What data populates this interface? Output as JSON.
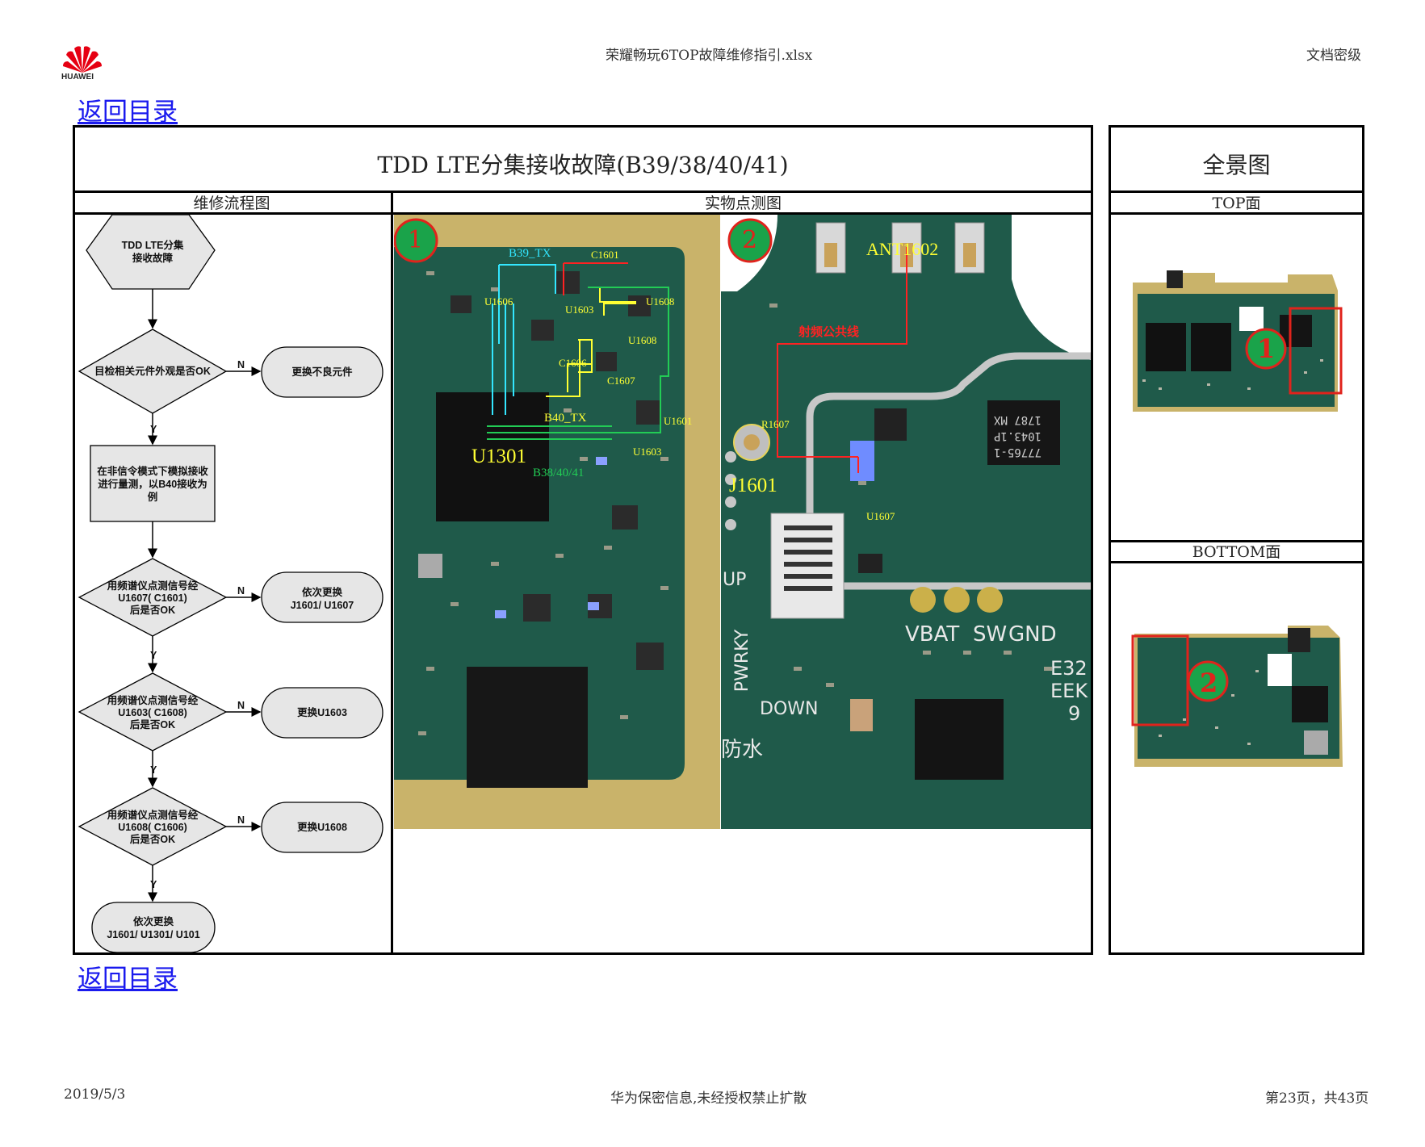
{
  "header": {
    "logo_text": "HUAWEI",
    "file_title": "荣耀畅玩6TOP故障维修指引.xlsx",
    "doc_level": "文档密级"
  },
  "nav": {
    "back_link": "返回目录"
  },
  "main": {
    "title": "TDD LTE分集接收故障(B39/38/40/41)",
    "flow_header": "维修流程图",
    "photo_header": "实物点测图"
  },
  "side": {
    "title": "全景图",
    "top_label": "TOP面",
    "bottom_label": "BOTTOM面",
    "marker_1": "1",
    "marker_2": "2"
  },
  "flow": {
    "start": [
      "TDD LTE分集",
      "接收故障"
    ],
    "step1": "目检相关元件外观是否OK",
    "step1_no": "更换不良元件",
    "step2": [
      "在非信令模式下模拟接收",
      "进行量测，以B40接收为",
      "例"
    ],
    "step3": [
      "用频谱仪点测信号经",
      "U1607( C1601)",
      "后是否OK"
    ],
    "step3_no": [
      "依次更换",
      "J1601/ U1607"
    ],
    "step4": [
      "用频谱仪点测信号经",
      "U1603( C1608)",
      "后是否OK"
    ],
    "step4_no": "更换U1603",
    "step5": [
      "用频谱仪点测信号经",
      "U1608( C1606)",
      "后是否OK"
    ],
    "step5_no": "更换U1608",
    "end": [
      "依次更换",
      "J1601/ U1301/ U101"
    ],
    "yes": "Y",
    "no": "N"
  },
  "photo1": {
    "marker": "1",
    "labels": {
      "b39_tx": "B39_TX",
      "c1601": "C1601",
      "u1606": "U1606",
      "u1603": "U1603",
      "u1608_a": "U1608",
      "u1608_b": "U1608",
      "c1606": "C1606",
      "c1607": "C1607",
      "u1601": "U1601",
      "b40_tx": "B40_TX",
      "u1301": "U1301",
      "u1603_b": "U1603",
      "b38_40_41": "B38/40/41"
    }
  },
  "photo2": {
    "marker": "2",
    "labels": {
      "ant1602": "ANT1602",
      "rf_line": "射频公共线",
      "r1607": "R1607",
      "j1601": "J1601",
      "u1607": "U1607",
      "up": "UP",
      "pwrky": "PWRKY",
      "down": "DOWN",
      "waterproof": "防水",
      "vbat": "VBAT",
      "sw": "SW",
      "gnd": "GND",
      "e32": "E32",
      "eek": "EEK",
      "n9": "9",
      "chip_text_1": "1787 MX",
      "chip_text_2": "1043.1P",
      "chip_text_3": "77765-1"
    }
  },
  "footer": {
    "date": "2019/5/3",
    "confidential": "华为保密信息,未经授权禁止扩散",
    "page": "第23页，共43页"
  },
  "colors": {
    "link": "#1a1aee",
    "marker_green": "#1aa34a",
    "marker_red": "#e0231c",
    "pcb_green": "#1f5a4a",
    "pcb_gold": "#c9b36a",
    "flow_shape": "#e6e6e6",
    "label_yellow": "#ffff33",
    "label_cyan": "#33e6ff",
    "label_green": "#22cc55",
    "label_red": "#ff2222"
  }
}
